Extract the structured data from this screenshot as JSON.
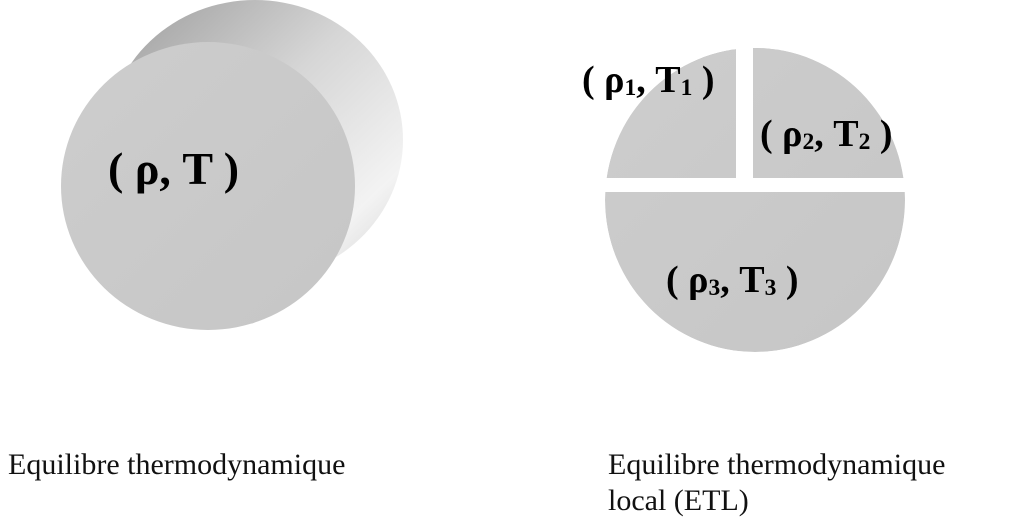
{
  "left_panel": {
    "label": {
      "prefix": "( ρ, T )"
    },
    "caption": "Equilibre thermodynamique"
  },
  "right_panel": {
    "labels": [
      {
        "rho": "( ρ",
        "rho_sub": "1",
        "mid": ", T",
        "t_sub": "1",
        "end": " )"
      },
      {
        "rho": "( ρ",
        "rho_sub": "2",
        "mid": ", T",
        "t_sub": "2",
        "end": " )"
      },
      {
        "rho": "( ρ",
        "rho_sub": "3",
        "mid": ", T",
        "t_sub": "3",
        "end": " )"
      }
    ],
    "caption_line1": "Equilibre thermodynamique",
    "caption_line2": "local (ETL)"
  }
}
